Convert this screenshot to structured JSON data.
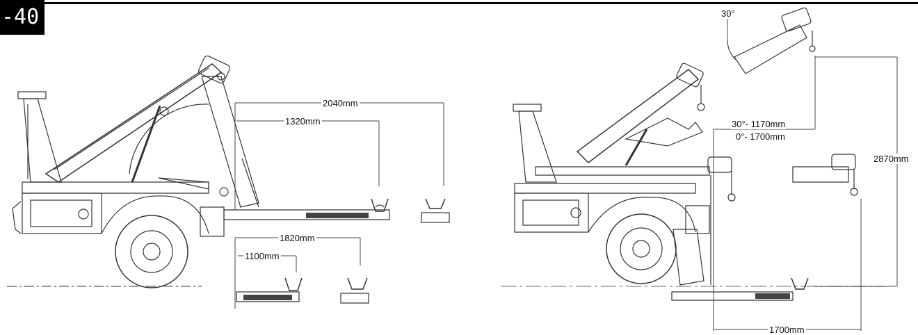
{
  "model_tag": "-40",
  "left_view": {
    "dim_2040": "2040mm",
    "dim_1320": "1320mm",
    "dim_1820": "1820mm",
    "dim_1100": "1100mm"
  },
  "right_view": {
    "angle": "30°",
    "reach_30": "30°- 1170mm",
    "reach_0": "0°- 1700mm",
    "height": "2870mm",
    "width": "1700mm"
  },
  "colors": {
    "ink": "#333333",
    "tag_bg": "#000000",
    "tag_text": "#ffffff"
  }
}
